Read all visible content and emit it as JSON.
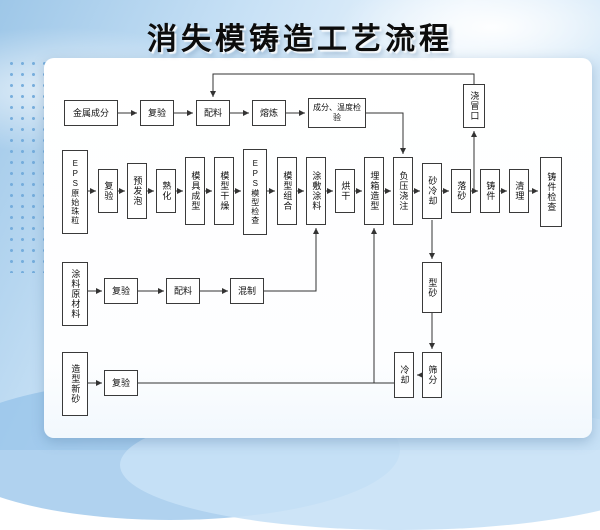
{
  "title": "消失模铸造工艺流程",
  "nodes": {
    "metal": {
      "label": "金属成分"
    },
    "recheck1": {
      "label": "复验"
    },
    "batching1": {
      "label": "配料"
    },
    "melting": {
      "label": "熔炼"
    },
    "comp_temp_check": {
      "label": "成分、温度检验"
    },
    "riser": {
      "label": "浇冒口"
    },
    "eps_beads": {
      "label": "EPS原始珠粒"
    },
    "recheck2": {
      "label": "复验"
    },
    "prefoaming": {
      "label": "预发泡"
    },
    "curing": {
      "label": "熟化"
    },
    "mold_forming": {
      "label": "模具成型"
    },
    "pattern_drying": {
      "label": "模型干燥"
    },
    "eps_pattern_check": {
      "label": "EPS模型检查"
    },
    "pattern_assembly": {
      "label": "模型组合"
    },
    "coating_apply": {
      "label": "涂敷涂料"
    },
    "drying": {
      "label": "烘干"
    },
    "box_molding": {
      "label": "埋箱造型"
    },
    "vacuum_pouring": {
      "label": "负压浇注"
    },
    "sand_cooling": {
      "label": "砂冷却"
    },
    "shakeout": {
      "label": "落砂"
    },
    "casting": {
      "label": "铸件"
    },
    "cleaning": {
      "label": "清理"
    },
    "casting_check": {
      "label": "铸件检查"
    },
    "coating_material": {
      "label": "涂料原材料"
    },
    "recheck3": {
      "label": "复验"
    },
    "batching2": {
      "label": "配料"
    },
    "mixing": {
      "label": "混制"
    },
    "new_sand": {
      "label": "造型新砂"
    },
    "recheck4": {
      "label": "复验"
    },
    "cooling": {
      "label": "冷却"
    },
    "screening": {
      "label": "筛分"
    },
    "molding_sand": {
      "label": "型砂"
    }
  },
  "edges": [
    "金属成分→复验",
    "复验→配料",
    "配料→熔炼",
    "熔炼→成分、温度检验",
    "成分、温度检验→负压浇注",
    "落砂→浇冒口",
    "浇冒口→配料",
    "EPS原始珠粒→复验",
    "复验→预发泡",
    "预发泡→熟化",
    "熟化→模具成型",
    "模具成型→模型干燥",
    "模型干燥→EPS模型检查",
    "EPS模型检查→模型组合",
    "模型组合→涂敷涂料",
    "涂敷涂料→烘干",
    "烘干→埋箱造型",
    "埋箱造型→负压浇注",
    "负压浇注→砂冷却",
    "砂冷却→落砂",
    "落砂→铸件",
    "铸件→清理",
    "清理→铸件检查",
    "涂料原材料→复验",
    "复验→配料",
    "配料→混制",
    "混制→涂敷涂料",
    "造型新砂→复验",
    "复验→埋箱造型",
    "砂冷却→型砂",
    "型砂→筛分",
    "筛分→冷却",
    "冷却→埋箱造型"
  ],
  "colors": {
    "box_border": "#3a3a3a",
    "line": "#333333",
    "sky": "#c6e0f5",
    "title_text": "#0c0c0c"
  }
}
